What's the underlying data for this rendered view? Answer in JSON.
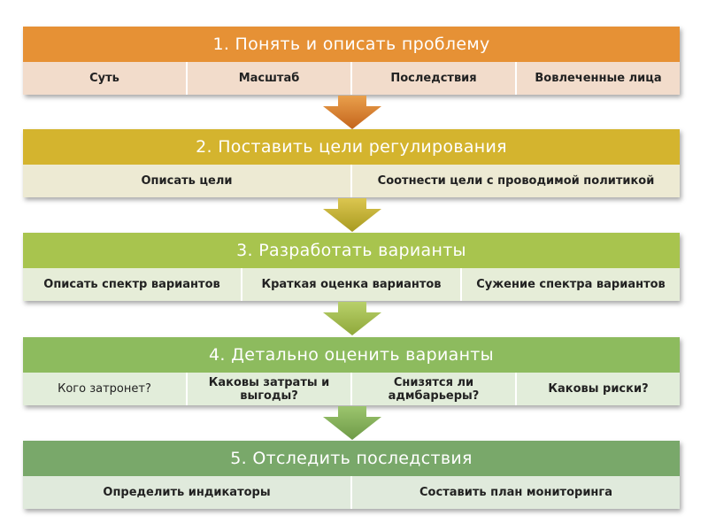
{
  "stages": [
    {
      "title": "1. Понять и описать проблему",
      "head_color": "#E69135",
      "row_color": "#F2DCCB",
      "cells": [
        "Суть",
        "Масштаб",
        "Последствия",
        "Вовлеченные лица"
      ]
    },
    {
      "title": "2. Поставить цели регулирования",
      "head_color": "#D4B42E",
      "row_color": "#EDEAD3",
      "cells": [
        "Описать цели",
        "Соотнести цели с проводимой политикой"
      ]
    },
    {
      "title": "3. Разработать варианты",
      "head_color": "#A8C44E",
      "row_color": "#E6EDD8",
      "cells": [
        "Описать спектр вариантов",
        "Краткая оценка вариантов",
        "Сужение спектра вариантов"
      ]
    },
    {
      "title": "4. Детально оценить варианты",
      "head_color": "#8DBB5E",
      "row_color": "#E2EDDA",
      "cells": [
        "Кого затронет?",
        "Каковы затраты и выгоды?",
        "Снизятся ли адмбарьеры?",
        "Каковы  риски?"
      ]
    },
    {
      "title": "5. Отследить последствия",
      "head_color": "#79A86A",
      "row_color": "#E0EADC",
      "cells": [
        "Определить индикаторы",
        "Составить план мониторинга"
      ]
    }
  ],
  "arrows": [
    {
      "from_color": "#E9A04C",
      "to_color": "#C4641C"
    },
    {
      "from_color": "#DCC650",
      "to_color": "#A89A20"
    },
    {
      "from_color": "#B8D06A",
      "to_color": "#8FA83A"
    },
    {
      "from_color": "#9CC56E",
      "to_color": "#6E9A48"
    }
  ]
}
